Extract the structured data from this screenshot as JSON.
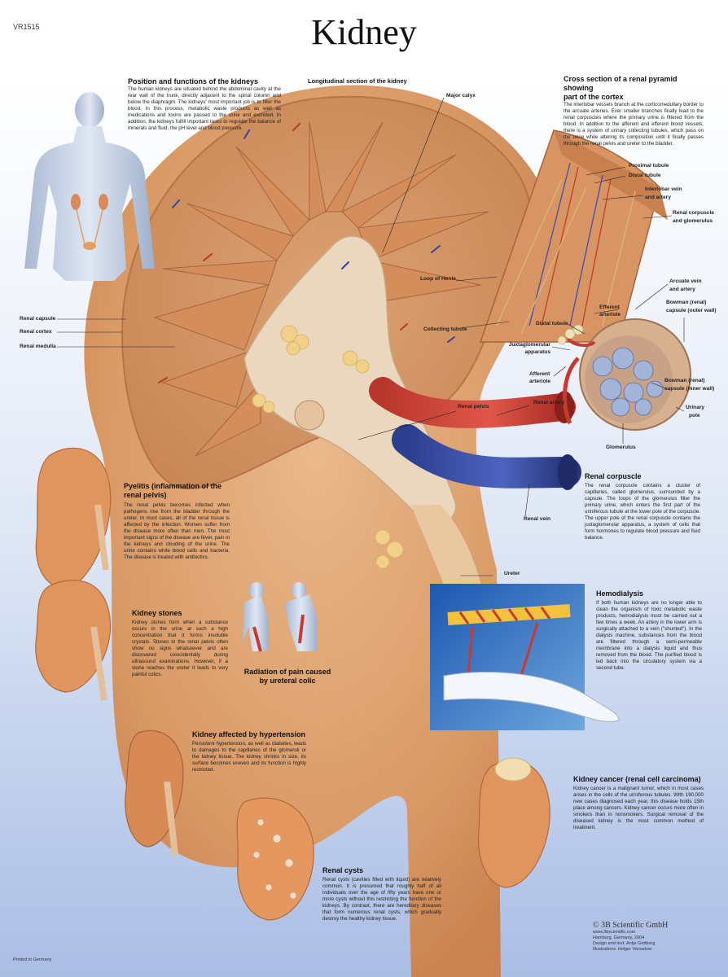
{
  "header": {
    "code": "VR1515",
    "title": "Kidney"
  },
  "sections": {
    "position": {
      "heading": "Position and functions of the kidneys",
      "text": "The human kidneys are situated behind the abdominal cavity at the rear wall of the trunk, directly adjacent to the spinal column and below the diaphragm. The kidneys' most important job is to filter the blood. In this process, metabolic waste products as well as medications and toxins are passed to the urine and excreted. In addition, the kidneys fulfill important tasks to regulate the balance of minerals and fluid, the pH level and blood pressure."
    },
    "longitudinal": {
      "heading": "Longitudinal section of the kidney"
    },
    "cross": {
      "heading_line1": "Cross section of a renal pyramid showing",
      "heading_line2": "part of the cortex",
      "text": "The interlobar vessels branch at the corticomedullary border to the arcuate arteries. Ever smaller branches finally lead to the renal corpuscles where the primary urine is filtered from the blood. In addition to the afferent and efferent blood vessels, there is a system of urinary collecting tubules, which pass on the urine while altering its composition until it finally passes through the renal pelvis and ureter to the bladder."
    },
    "pyelitis": {
      "heading_line1": "Pyelitis (inflammation of the",
      "heading_line2": "renal pelvis)",
      "text": "The renal pelvis becomes infected when pathogens rise from the bladder through the ureter. In most cases, all of the renal tissue is affected by the infection. Women suffer from the disease more often than men. The most important signs of the disease are fever, pain in the kidneys and clouding of the urine. The urine contains white blood cells and bacteria. The disease is treated with antibiotics."
    },
    "stones": {
      "heading": "Kidney stones",
      "text": "Kidney stones form when a substance occurs in the urine at such a high concentration that it forms insoluble crystals. Stones in the renal pelvis often show no signs whatsoever and are discovered coincidentally during ultrasound examinations. However, if a stone reaches the ureter it leads to very painful colics."
    },
    "radiation": {
      "heading_line1": "Radiation of pain caused",
      "heading_line2": "by ureteral colic"
    },
    "hypertension": {
      "heading": "Kidney affected by hypertension",
      "text": "Persistent hypertension, as well as diabetes, leads to damages to the capillaries of the glomeruli or the kidney tissue. The kidney shrinks in size, its surface becomes uneven and its function is highly restricted."
    },
    "cysts": {
      "heading": "Renal cysts",
      "text": "Renal cysts (cavities filled with liquid) are relatively common. It is presumed that roughly half of all individuals over the age of fifty years have one or more cysts without this restricting the function of the kidneys. By contrast, there are hereditary diseases that form numerous renal cysts, which gradually destroy the healthy kidney tissue."
    },
    "corpuscle": {
      "heading": "Renal corpuscle",
      "text": "The renal corpuscle contains a cluster of capillaries, called glomerulus, surrounded by a capsule. The loops of the glomerulus filter the primary urine, which enters the first part of the uriniferous tubule at the lower pole of the corpuscle. The upper pole of the renal corpuscle contains the juxtaglomerular apparatus, a system of cells that form hormones to regulate blood pressure and fluid balance."
    },
    "hemodialysis": {
      "heading": "Hemodialysis",
      "text": "If both human kidneys are no longer able to clean the organism of toxic metabolic waste products, hemodialysis must be carried out a few times a week. An artery in the lower arm is surgically attached to a vein (\"shunted\"). In the dialysis machine, substances from the blood are filtered through a semi-permeable membrane into a dialysis liquid and thus removed from the blood. The purified blood is led back into the circulatory system via a second tube."
    },
    "cancer": {
      "heading": "Kidney cancer (renal cell carcinoma)",
      "text": "Kidney cancer is a malignant tumor, which in most cases arises in the cells of the uriniferous tubules. With 190,000 new cases diagnosed each year, this disease holds 15th place among cancers. Kidney cancer occurs more often in smokers than in nonsmokers. Surgical removal of the diseased kidney is the most common method of treatment."
    }
  },
  "labels": {
    "major_calyx": "Major calyx",
    "loop_of_henle": "Loop of Henle",
    "collecting_tubule": "Collecting tubule",
    "renal_capsule": "Renal capsule",
    "renal_cortex": "Renal cortex",
    "renal_medulla": "Renal medulla",
    "renal_pelvis": "Renal pelvis",
    "renal_artery": "Renal artery",
    "renal_vein": "Renal vein",
    "ureter": "Ureter",
    "proximal_tubule": "Proximal tubule",
    "distal_tubule_top": "Distal tubule",
    "interlobar": "Interlobar vein",
    "interlobar2": "and artery",
    "corpuscle_glom": "Renal corpuscle",
    "corpuscle_glom2": "and glomerulus",
    "arcuate": "Arcuate vein",
    "arcuate2": "and artery",
    "efferent": "Efferent",
    "efferent2": "arteriole",
    "distal_tubule": "Distal tubule",
    "bowman_outer": "Bowman (renal)",
    "bowman_outer2": "capsule (outer wall)",
    "juxta": "Juxtaglomerular",
    "juxta2": "apparatus",
    "afferent": "Afferent",
    "afferent2": "arteriole",
    "bowman_inner": "Bowman (renal)",
    "bowman_inner2": "capsule (inner wall)",
    "urinary_pole": "Urinary",
    "urinary_pole2": "pole",
    "glomerulus": "Glomerulus"
  },
  "footer": {
    "printed": "Printed in Germany",
    "brand": "© 3B Scientific GmbH",
    "website": "www.3bscientific.com",
    "place": "Hamburg, Germany, 2004",
    "design": "Design and text: Antje Gottberg",
    "illustrations": "Illustrations: Holger Vanselow"
  }
}
